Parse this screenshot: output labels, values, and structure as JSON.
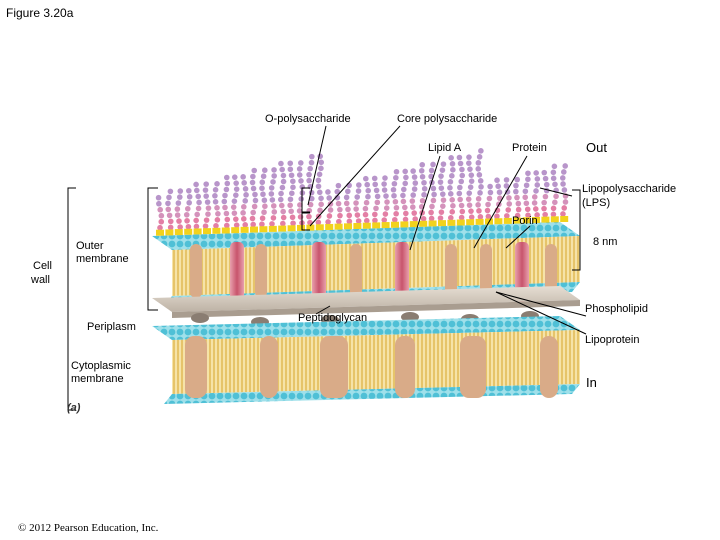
{
  "figure_title": "Figure 3.20a",
  "labels": {
    "o_polysaccharide": "O-polysaccharide",
    "core_polysaccharide": "Core polysaccharide",
    "lipid_a": "Lipid A",
    "protein": "Protein",
    "out": "Out",
    "lps_line1": "Lipopolysaccharide",
    "lps_line2": "(LPS)",
    "porin": "Porin",
    "nm": "8 nm",
    "cell_line1": "Cell",
    "cell_line2": "wall",
    "outer_line1": "Outer",
    "outer_line2": "membrane",
    "periplasm": "Periplasm",
    "peptidoglycan": "Peptidoglycan",
    "phospholipid": "Phospholipid",
    "lipoprotein": "Lipoprotein",
    "cyto_line1": "Cytoplasmic",
    "cyto_line2": "membrane",
    "in": "In",
    "panel": "(a)"
  },
  "copyright": "© 2012 Pearson Education, Inc.",
  "colors": {
    "head": "#4fc0d6",
    "tail": "#e8c15f",
    "lps_purple": "#b08ac4",
    "lps_pink": "#e0719b",
    "lps_yellow": "#f2d21d",
    "porin": "#c8546c",
    "protein": "#d9ab88",
    "peptidoglycan": "#d2c9bd"
  }
}
